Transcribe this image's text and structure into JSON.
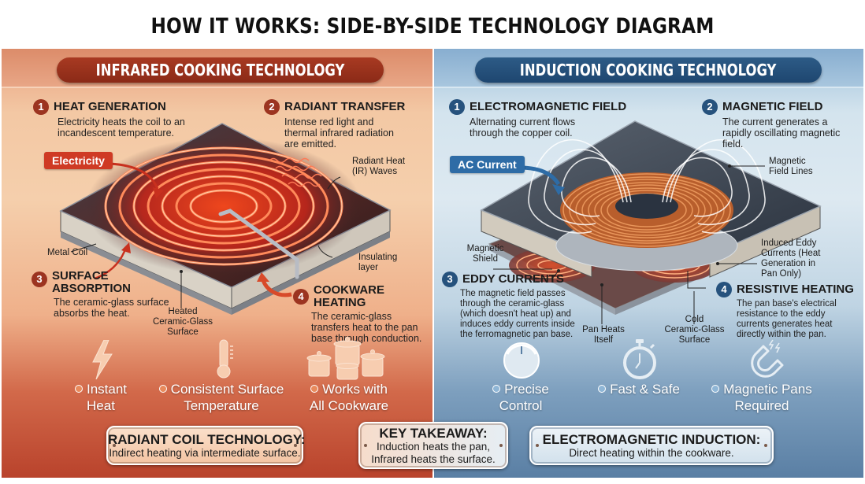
{
  "title": "HOW IT WORKS: SIDE-BY-SIDE TECHNOLOGY DIAGRAM",
  "colors": {
    "infrared_accent": "#9c3420",
    "infrared_tag": "#cf3a24",
    "induction_accent": "#26527d",
    "induction_tag": "#2e6ca6",
    "coil_glow": "#ff5a2a",
    "copper": "#c9703a"
  },
  "infrared": {
    "panel_title": "INFRARED COOKING TECHNOLOGY",
    "steps": [
      {
        "num": "1",
        "title": "HEAT GENERATION",
        "desc_lines": [
          "Electricity heats the coil to an",
          "incandescent temperature."
        ]
      },
      {
        "num": "2",
        "title": "RADIANT TRANSFER",
        "desc_lines": [
          "Intense red light and",
          "thermal infrared radiation",
          "are emitted."
        ]
      },
      {
        "num": "3",
        "title_lines": [
          "SURFACE",
          "ABSORPTION"
        ],
        "desc_lines": [
          "The ceramic-glass surface",
          "absorbs the heat."
        ]
      },
      {
        "num": "4",
        "title": "COOKWARE HEATING",
        "desc_lines": [
          "The ceramic-glass",
          "transfers heat to the pan",
          "base through conduction."
        ]
      }
    ],
    "tag": "Electricity",
    "callouts": {
      "radiant_waves": [
        "Radiant Heat",
        "(IR) Waves"
      ],
      "metal_coil": "Metal Coil",
      "insulating": [
        "Insulating",
        "layer"
      ],
      "heated_surface": [
        "Heated",
        "Ceramic-Glass",
        "Surface"
      ]
    },
    "features": [
      {
        "icon": "lightning-bolt-icon",
        "lines": [
          "Instant",
          "Heat"
        ]
      },
      {
        "icon": "thermometer-icon",
        "lines": [
          "Consistent Surface",
          "Temperature"
        ]
      },
      {
        "icon": "cookware-pots-icon",
        "lines": [
          "Works with",
          "All Cookware"
        ]
      }
    ]
  },
  "induction": {
    "panel_title": "INDUCTION COOKING TECHNOLOGY",
    "steps": [
      {
        "num": "1",
        "title": "ELECTROMAGNETIC FIELD",
        "desc_lines": [
          "Alternating current flows",
          "through the copper coil."
        ]
      },
      {
        "num": "2",
        "title": "MAGNETIC FIELD",
        "desc_lines": [
          "The current generates a",
          "rapidly oscillating magnetic",
          "field."
        ]
      },
      {
        "num": "3",
        "title": "EDDY CURRENTS",
        "desc_lines": [
          "The magnetic field passes",
          "through the ceramic-glass",
          "(which doesn't heat up) and",
          "induces eddy currents inside",
          "the ferromagnetic pan base."
        ]
      },
      {
        "num": "4",
        "title": "RESISTIVE HEATING",
        "desc_lines": [
          "The pan base's electrical",
          "resistance to the eddy",
          "currents generates heat",
          "directly within the pan."
        ]
      }
    ],
    "tag": "AC Current",
    "callouts": {
      "field_lines": [
        "Magnetic",
        "Field Lines"
      ],
      "shield": [
        "Magnetic",
        "Shield"
      ],
      "eddy": [
        "Induced Eddy",
        "Currents (Heat",
        "Generation in",
        "Pan Only)"
      ],
      "pan_heats": [
        "Pan Heats",
        "Itself"
      ],
      "cold_surface": [
        "Cold",
        "Ceramic-Glass",
        "Surface"
      ]
    },
    "features": [
      {
        "icon": "control-knob-icon",
        "lines": [
          "Precise",
          "Control"
        ]
      },
      {
        "icon": "stopwatch-icon",
        "lines": [
          "Fast & Safe"
        ]
      },
      {
        "icon": "magnet-icon",
        "lines": [
          "Magnetic Pans",
          "Required"
        ]
      }
    ]
  },
  "summary": {
    "left": {
      "title": "RADIANT COIL TECHNOLOGY:",
      "text": "Indirect heating via intermediate surface."
    },
    "center": {
      "title": "KEY TAKEAWAY:",
      "lines": [
        "Induction heats the pan,",
        "Infrared heats the surface."
      ]
    },
    "right": {
      "title": "ELECTROMAGNETIC INDUCTION:",
      "text": "Direct heating within the cookware."
    }
  }
}
